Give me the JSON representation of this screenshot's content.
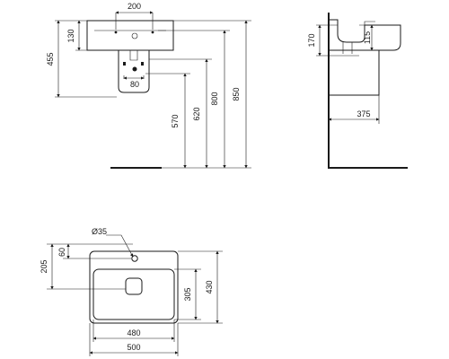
{
  "front_view": {
    "basin_width": "200",
    "basin_depth": "130",
    "mount_height": "455",
    "trap_offset": "80",
    "floor_620": "620",
    "floor_570": "570",
    "floor_800": "800",
    "floor_850": "850"
  },
  "side_view": {
    "depth_170": "170",
    "depth_115": "115",
    "projection": "375"
  },
  "top_view": {
    "tap_hole": "Ø35",
    "tap_offset": "60",
    "rear_depth": "205",
    "bowl_depth": "305",
    "overall_depth": "430",
    "bowl_width": "480",
    "overall_width": "500"
  }
}
